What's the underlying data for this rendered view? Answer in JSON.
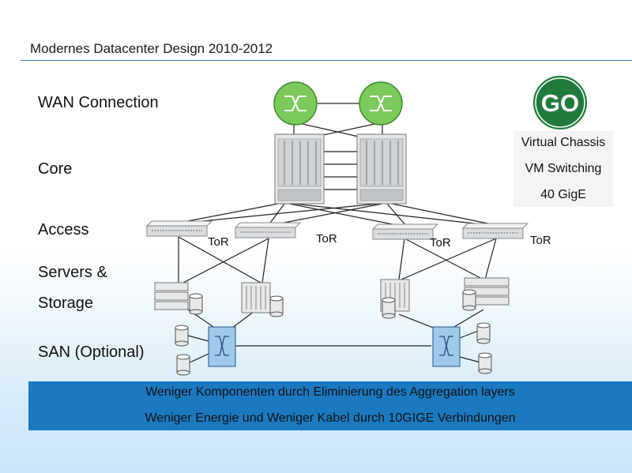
{
  "title": "Modernes Datacenter Design 2010-2012",
  "layers": {
    "wan": "WAN Connection",
    "core": "Core",
    "access": "Access",
    "servers_line1": "Servers &",
    "servers_line2": "Storage",
    "san": "SAN (Optional)"
  },
  "badge": {
    "text": "GO",
    "color": "#1f7a3c"
  },
  "features": [
    "Virtual Chassis",
    "VM Switching",
    "40 GigE"
  ],
  "tor_labels": [
    "ToR",
    "ToR",
    "ToR",
    "ToR"
  ],
  "banner": {
    "color": "#1b79c0",
    "line1": "Weniger Komponenten durch Eliminierung des Aggregation layers",
    "line2": "Weniger Energie und Weniger Kabel durch 10GIGE Verbindungen"
  },
  "icons": {
    "wan_routers": "router-icon",
    "core_switches": "chassis-switch-icon",
    "access_switches": "tor-switch-icon",
    "servers": "server-stack-icon",
    "storage": "disk-icon",
    "san_switches": "san-switch-icon"
  }
}
